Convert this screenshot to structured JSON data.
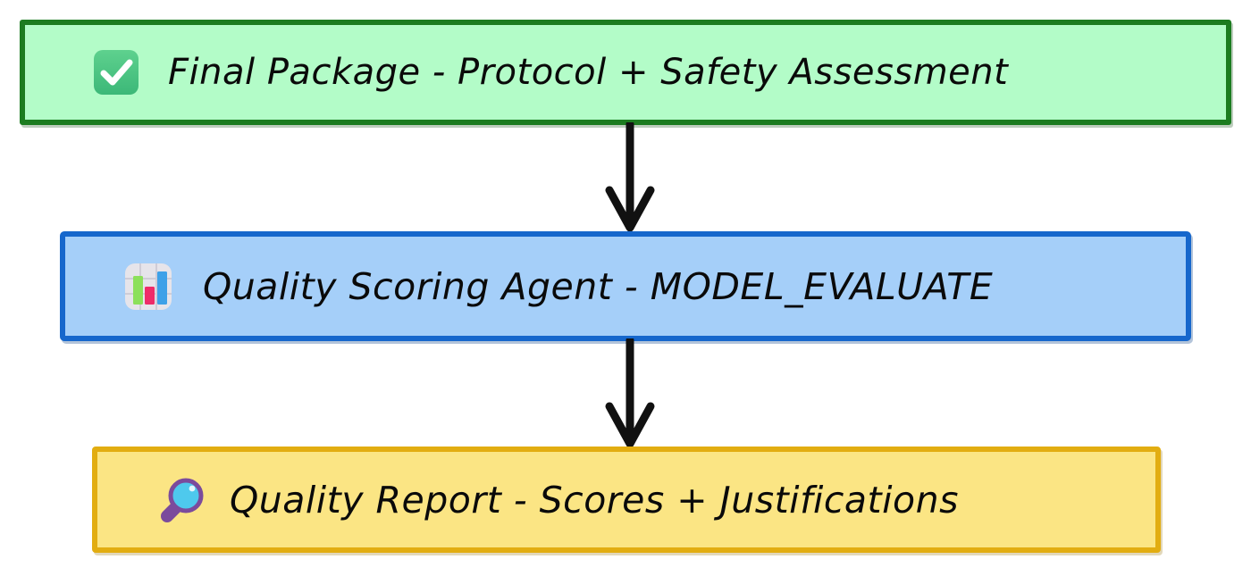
{
  "diagram": {
    "type": "flowchart",
    "orientation": "top-to-bottom",
    "background_color": "#ffffff",
    "nodes": [
      {
        "id": "final-package",
        "icon": "white-check-mark-icon",
        "label": "Final Package - Protocol + Safety Assessment",
        "fill_color": "#b3fcc8",
        "border_color": "#1c7c20"
      },
      {
        "id": "quality-agent",
        "icon": "bar-chart-icon",
        "label": "Quality Scoring Agent - MODEL_EVALUATE",
        "fill_color": "#a5cff9",
        "border_color": "#1667cc"
      },
      {
        "id": "quality-report",
        "icon": "magnifying-glass-icon",
        "label": "Quality Report - Scores + Justifications",
        "fill_color": "#fbe584",
        "border_color": "#e2ad11"
      }
    ],
    "edges": [
      {
        "id": "edge-1",
        "from": "final-package",
        "to": "quality-agent",
        "style": "solid-arrow",
        "color": "#111111"
      },
      {
        "id": "edge-2",
        "from": "quality-agent",
        "to": "quality-report",
        "style": "solid-arrow",
        "color": "#111111"
      }
    ]
  }
}
